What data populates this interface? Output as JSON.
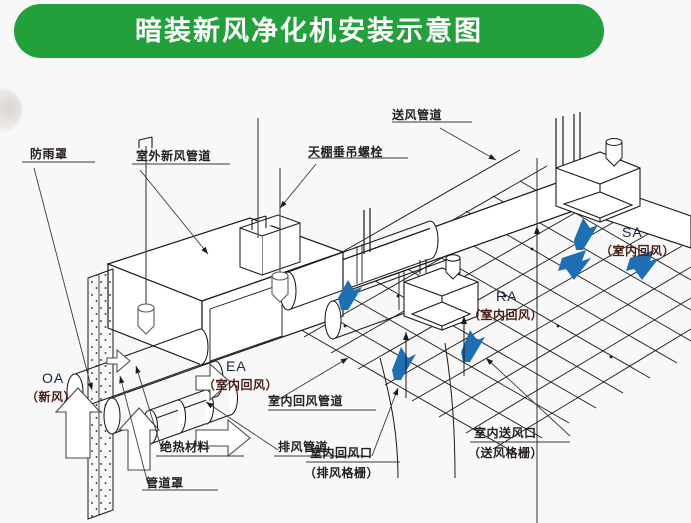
{
  "header": {
    "title": "暗装新风净化机安装示意图",
    "banner_color": "#22a03c",
    "text_color": "#ffffff"
  },
  "diagram": {
    "type": "isometric-hvac-installation-schematic",
    "background_color": "#f7f8f7",
    "line_color": "#1a1a1a",
    "arrow_blue": "#1f6fb5",
    "labels": {
      "rain_cover": "防雨罩",
      "outdoor_fresh_air_duct": "室外新风管道",
      "ceiling_hanger_bolt": "天棚垂吊螺栓",
      "supply_air_duct": "送风管道",
      "indoor_return_air_duct": "室内回风管道",
      "indoor_return_air_inlet": "室内回风口",
      "indoor_return_air_inlet_sub": "（排风格栅）",
      "indoor_supply_air_outlet": "室内送风口",
      "indoor_supply_air_outlet_sub": "（送风格栅）",
      "insulation_material": "绝热材料",
      "duct_cover": "管道罩",
      "exhaust_duct": "排风管道"
    },
    "airflow_codes": [
      {
        "code": "OA",
        "name": "（新风）"
      },
      {
        "code": "EA",
        "name": "（室内回风）"
      },
      {
        "code": "RA",
        "name": "（室内回风）"
      },
      {
        "code": "SA",
        "name": "（室内回风）"
      }
    ]
  }
}
